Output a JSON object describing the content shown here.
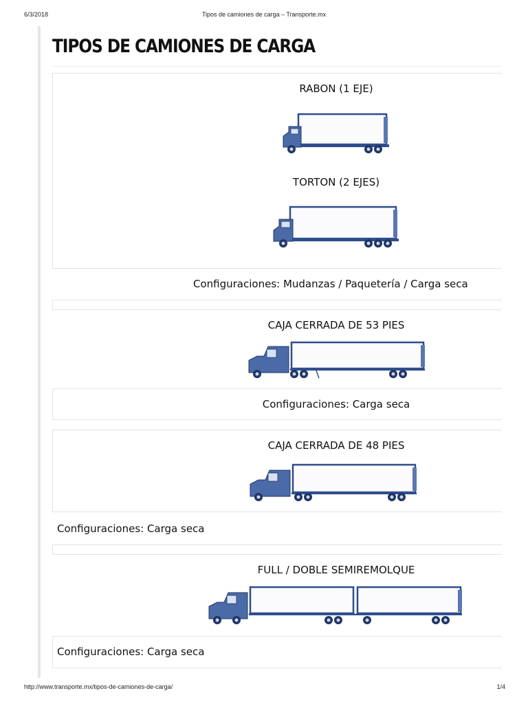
{
  "print_header": {
    "date": "6/3/2018",
    "title": "Tipos de camiones de carga – Transporte.mx"
  },
  "page_title": "TIPOS DE CAMIONES DE CARGA",
  "sections": {
    "rabon": {
      "label": "RABON (1 EJE)"
    },
    "torton": {
      "label": "TORTON (2 EJES)"
    },
    "config_1": "Configuraciones:  Mudanzas / Paquetería / Carga seca",
    "caja53": {
      "label": "CAJA CERRADA DE 53 PIES"
    },
    "config_2": "Configuraciones:  Carga seca",
    "caja48": {
      "label": "CAJA CERRADA DE 48 PIES"
    },
    "config_3": "Configuraciones:  Carga seca",
    "full": {
      "label": "FULL / DOBLE SEMIREMOLQUE"
    },
    "config_4": "Configuraciones:  Carga seca"
  },
  "print_footer": {
    "url": "http://www.transporte.mx/tipos-de-camiones-de-carga/",
    "page": "1/4"
  },
  "colors": {
    "truck_blue": "#3a5a9a",
    "truck_dark": "#1f3566",
    "box_outline": "#2f4d8c",
    "border": "#e3e3e3"
  }
}
